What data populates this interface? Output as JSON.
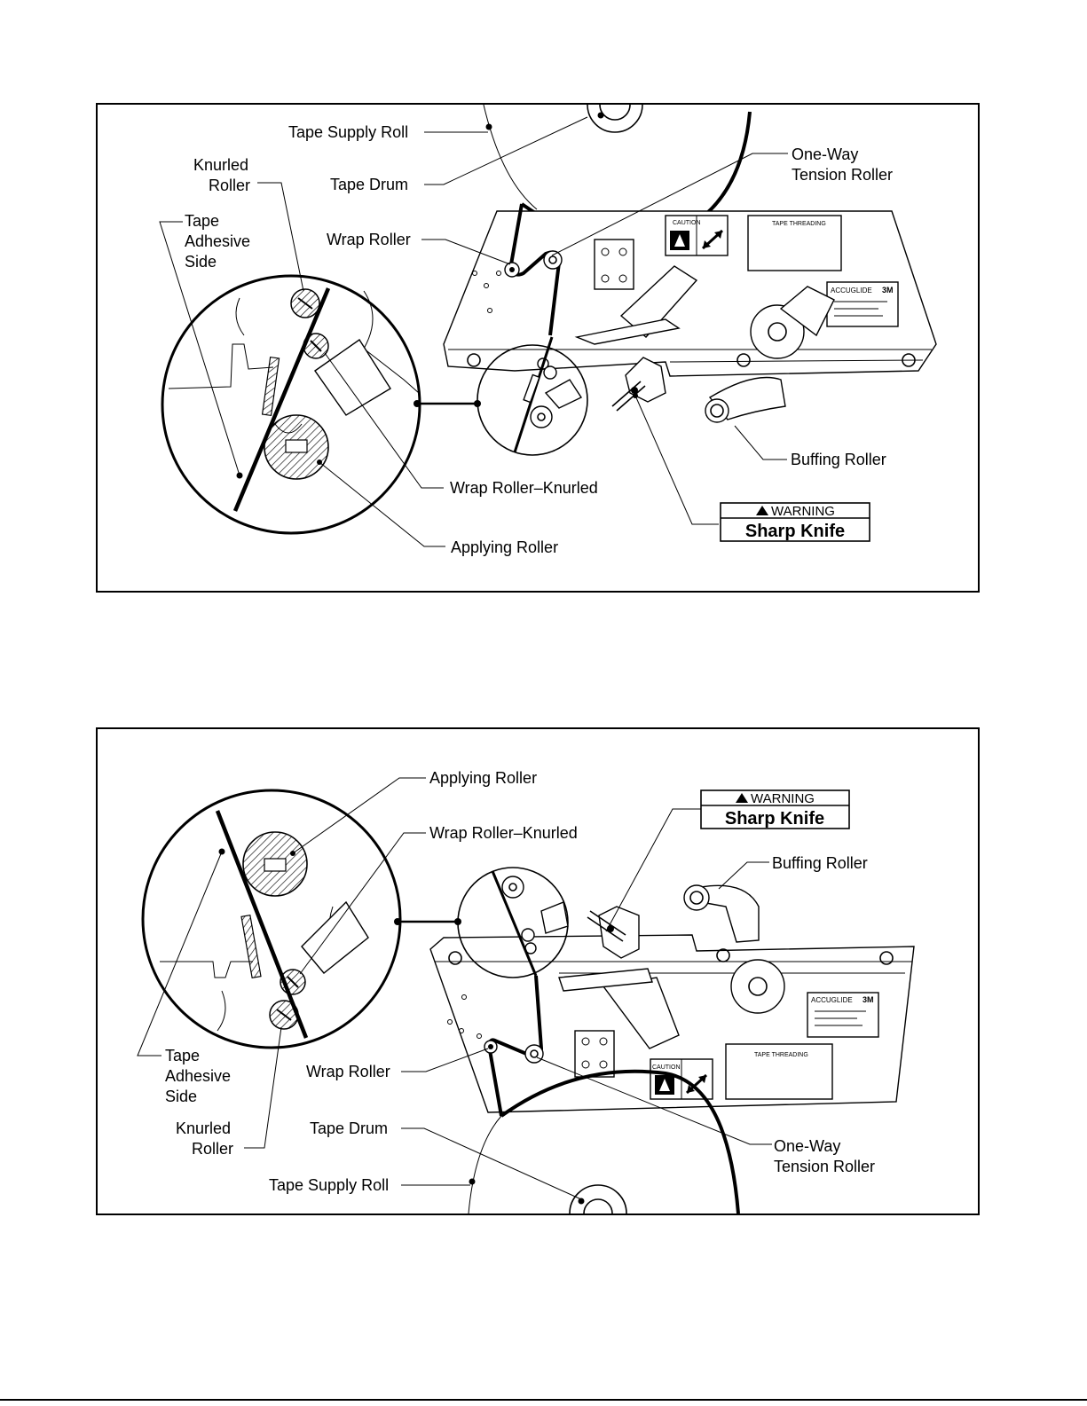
{
  "figures": [
    {
      "labels": {
        "tape_supply_roll": "Tape Supply Roll",
        "tape_drum": "Tape Drum",
        "knurled_roller": [
          "Knurled",
          "Roller"
        ],
        "tape_adhesive_side": [
          "Tape",
          "Adhesive",
          "Side"
        ],
        "wrap_roller": "Wrap Roller",
        "one_way_tension_roller": [
          "One-Way",
          "Tension Roller"
        ],
        "buffing_roller": "Buffing Roller",
        "wrap_roller_knurled": "Wrap Roller–Knurled",
        "applying_roller": "Applying Roller"
      },
      "warning": {
        "title": "WARNING",
        "text": "Sharp Knife"
      }
    },
    {
      "labels": {
        "applying_roller": "Applying Roller",
        "wrap_roller_knurled": "Wrap Roller–Knurled",
        "buffing_roller": "Buffing Roller",
        "tape_adhesive_side": [
          "Tape",
          "Adhesive",
          "Side"
        ],
        "knurled_roller": [
          "Knurled",
          "Roller"
        ],
        "wrap_roller": "Wrap Roller",
        "tape_drum": "Tape Drum",
        "tape_supply_roll": "Tape Supply Roll",
        "one_way_tension_roller": [
          "One-Way",
          "Tension Roller"
        ]
      },
      "warning": {
        "title": "WARNING",
        "text": "Sharp Knife"
      }
    }
  ],
  "decals": {
    "caution": "CAUTION",
    "tape_threading": "TAPE THREADING",
    "brand": "ACCUGLIDE",
    "maker": "3M"
  },
  "icons": [
    "warning-triangle-icon",
    "pinch-hazard-icon",
    "direction-arrows-icon"
  ]
}
